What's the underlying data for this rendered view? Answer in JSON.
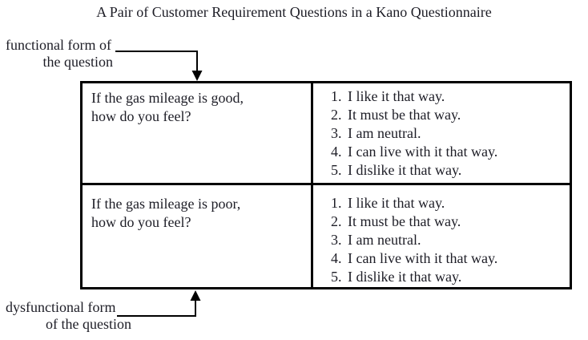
{
  "title": "A Pair of Customer Requirement Questions in a Kano Questionnaire",
  "labels": {
    "functional": {
      "line1": "functional form of",
      "line2": "the question"
    },
    "dysfunctional": {
      "line1": "dysfunctional form",
      "line2": "of the question"
    }
  },
  "table": {
    "rows": [
      {
        "question_line1": "If the gas mileage is good,",
        "question_line2": "how do you feel?",
        "options": [
          {
            "n": "1.",
            "text": "I like it that way."
          },
          {
            "n": "2.",
            "text": "It must be that way."
          },
          {
            "n": "3.",
            "text": "I am neutral."
          },
          {
            "n": "4.",
            "text": "I can live with it that way."
          },
          {
            "n": "5.",
            "text": "I dislike it that way."
          }
        ]
      },
      {
        "question_line1": "If the gas mileage is poor,",
        "question_line2": "how do you feel?",
        "options": [
          {
            "n": "1.",
            "text": "I like it that way."
          },
          {
            "n": "2.",
            "text": "It must be that way."
          },
          {
            "n": "3.",
            "text": "I am neutral."
          },
          {
            "n": "4.",
            "text": "I can live with it that way."
          },
          {
            "n": "5.",
            "text": "I dislike it that way."
          }
        ]
      }
    ]
  },
  "colors": {
    "ink": "#1d1d26",
    "border": "#000000",
    "background": "#ffffff"
  }
}
